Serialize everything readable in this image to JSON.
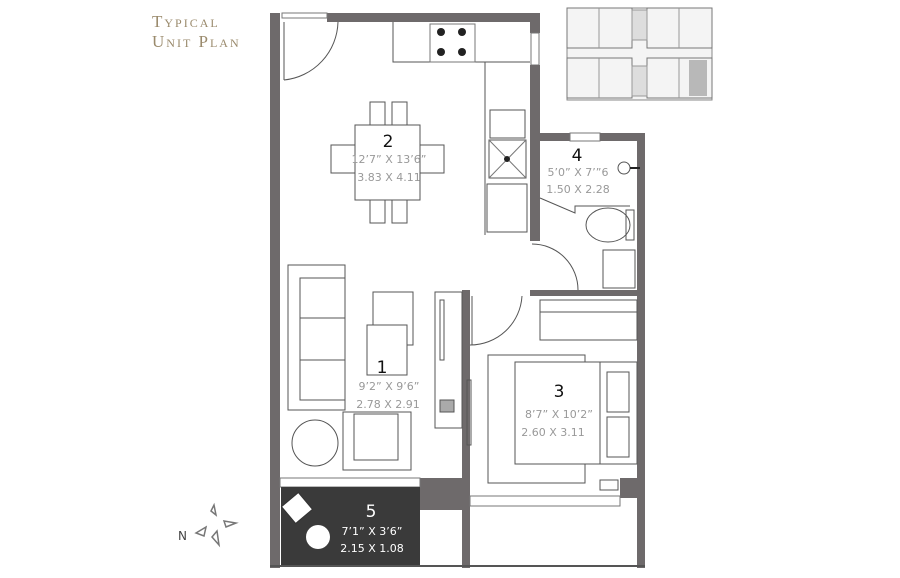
{
  "title": {
    "line1": "Typical",
    "line2": "Unit Plan"
  },
  "rooms": [
    {
      "number": "1",
      "imperial": "9’2” X 9’6”",
      "metric": "2.78 X 2.91"
    },
    {
      "number": "2",
      "imperial": "12’7” X 13’6”",
      "metric": "3.83 X 4.11"
    },
    {
      "number": "3",
      "imperial": "8’7” X 10’2”",
      "metric": "2.60 X 3.11"
    },
    {
      "number": "4",
      "imperial": "5’0” X 7’”6",
      "metric": "1.50 X 2.28"
    },
    {
      "number": "5",
      "imperial": "7’1” X 3’6”",
      "metric": "2.15 X 1.08"
    }
  ],
  "compass": {
    "label": "N"
  },
  "colors": {
    "wall": "#6e6a6b",
    "balcony": "#3a3a3a",
    "title": "#9a8a6c",
    "highlight_unit": "#b8b8b8"
  }
}
